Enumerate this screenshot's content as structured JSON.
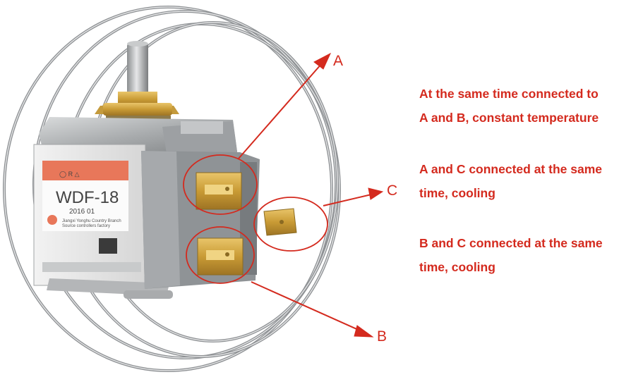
{
  "label": {
    "model": "WDF-18",
    "date": "2016 01",
    "maker_line1": "Jiangxi Yonghu Country Branch",
    "maker_line2": "Source controllers factory"
  },
  "points": {
    "a": "A",
    "b": "B",
    "c": "C"
  },
  "notes": [
    {
      "line1": "At the same time connected to",
      "line2": "A and B, constant temperature"
    },
    {
      "line1": "A and C connected at the same",
      "line2": "time, cooling"
    },
    {
      "line1": "B and C connected at the same",
      "line2": "time, cooling"
    }
  ],
  "colors": {
    "annotation": "#d42a1e",
    "label_band": "#e8775a",
    "body_metal": "#b9bcbe",
    "terminal_brass": "#d3ad4f"
  }
}
